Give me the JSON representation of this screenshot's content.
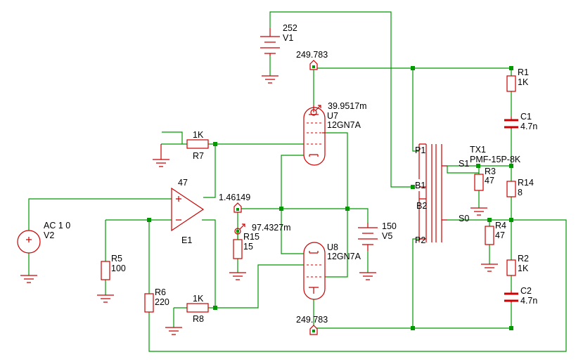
{
  "sources": {
    "v1": {
      "name": "V1",
      "value": "252"
    },
    "v2": {
      "name": "V2",
      "value": "AC 1 0"
    },
    "v5": {
      "name": "V5",
      "value": "150"
    }
  },
  "resistors": {
    "r1": {
      "name": "R1",
      "value": "1K"
    },
    "r2": {
      "name": "R2",
      "value": "1K"
    },
    "r3": {
      "name": "R3",
      "value": "47"
    },
    "r4": {
      "name": "R4",
      "value": "47"
    },
    "r5": {
      "name": "R5",
      "value": "100"
    },
    "r6": {
      "name": "R6",
      "value": "220"
    },
    "r7": {
      "name": "R7",
      "value": "1K"
    },
    "r8": {
      "name": "R8",
      "value": "1K"
    },
    "r14": {
      "name": "R14",
      "value": "8"
    },
    "r15": {
      "name": "R15",
      "value": "15"
    }
  },
  "capacitors": {
    "c1": {
      "name": "C1",
      "value": "4.7n"
    },
    "c2": {
      "name": "C2",
      "value": "4.7n"
    }
  },
  "tubes": {
    "u7": {
      "name": "U7",
      "model": "12GN7A"
    },
    "u8": {
      "name": "U8",
      "model": "12GN7A"
    }
  },
  "amplifier": {
    "name": "E1",
    "gain": "47"
  },
  "transformer": {
    "name": "TX1",
    "model": "PMF-15P-8K",
    "pins": {
      "p1": "P1",
      "b1": "B1",
      "b2": "B2",
      "p2": "P2",
      "s1": "S1",
      "s0": "S0"
    }
  },
  "probes": {
    "top_plate_voltage": "249.783",
    "bottom_plate_voltage": "249.783",
    "cathode_voltage": "1.46149",
    "u7_plate_current": "39.9517m",
    "cathode_current": "97.4327m"
  }
}
